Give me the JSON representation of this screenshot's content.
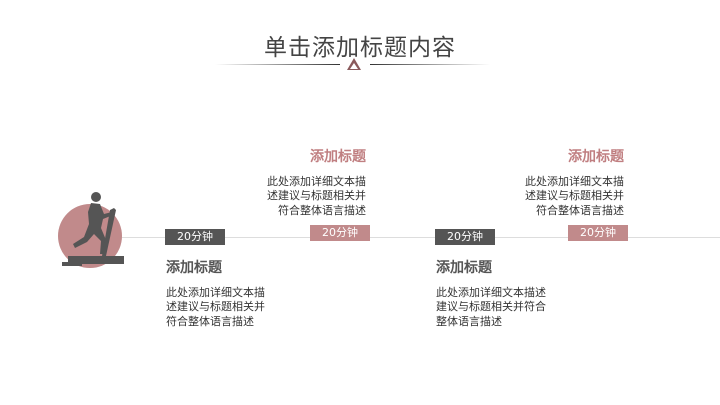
{
  "title": "单击添加标题内容",
  "colors": {
    "accent": "#c18a8b",
    "dark": "#555555"
  },
  "icon": "treadmill-runner-icon",
  "items": [
    {
      "time": "20分钟",
      "heading": "添加标题",
      "lines": [
        "此处添加详细文本描",
        "述建议与标题相关并",
        "符合整体语言描述"
      ]
    },
    {
      "time": "20分钟",
      "heading": "添加标题",
      "lines": [
        "此处添加详细文本描",
        "述建议与标题相关并",
        "符合整体语言描述"
      ]
    },
    {
      "time": "20分钟",
      "heading": "添加标题",
      "lines": [
        "此处添加详细文本描述",
        "建议与标题相关并符合",
        "整体语言描述"
      ]
    },
    {
      "time": "20分钟",
      "heading": "添加标题",
      "lines": [
        "此处添加详细文本描",
        "述建议与标题相关并",
        "符合整体语言描述"
      ]
    }
  ]
}
